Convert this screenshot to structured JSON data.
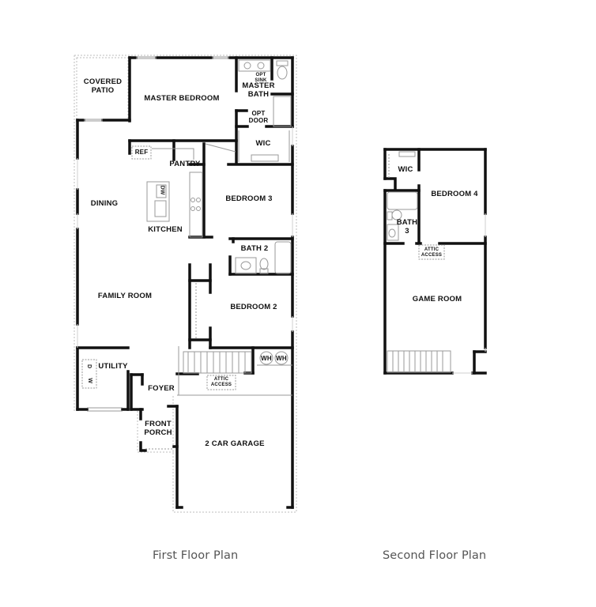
{
  "first_floor": {
    "caption": "First Floor Plan",
    "rooms": {
      "covered_patio": [
        "COVERED",
        "PATIO"
      ],
      "master_bedroom": "MASTER BEDROOM",
      "master_bath": [
        "MASTER",
        "BATH"
      ],
      "opt_sink": [
        "OPT",
        "SINK"
      ],
      "opt_door": [
        "OPT",
        "DOOR"
      ],
      "wic": "WIC",
      "ref": "REF",
      "pantry": "PANTRY",
      "dw": "DW",
      "dining": "DINING",
      "kitchen": "KITCHEN",
      "bedroom_3": "BEDROOM 3",
      "bath_2": "BATH 2",
      "family_room": "FAMILY ROOM",
      "bedroom_2": "BEDROOM 2",
      "utility": "UTILITY",
      "washer": "W",
      "dryer": "D",
      "wh_1": "WH",
      "wh_2": "WH",
      "attic_access": [
        "ATTIC",
        "ACCESS"
      ],
      "foyer": "FOYER",
      "front_porch": [
        "FRONT",
        "PORCH"
      ],
      "garage": "2 CAR GARAGE"
    }
  },
  "second_floor": {
    "caption": "Second Floor Plan",
    "rooms": {
      "wic": "WIC",
      "bedroom_4": "BEDROOM 4",
      "bath_3": [
        "BATH",
        "3"
      ],
      "attic_access": [
        "ATTIC",
        "ACCESS"
      ],
      "game_room": "GAME ROOM"
    }
  },
  "colors": {
    "wall": "#111111",
    "fixture": "#9a9a9a",
    "dashed": "#b5b5b5",
    "caption": "#555555"
  }
}
